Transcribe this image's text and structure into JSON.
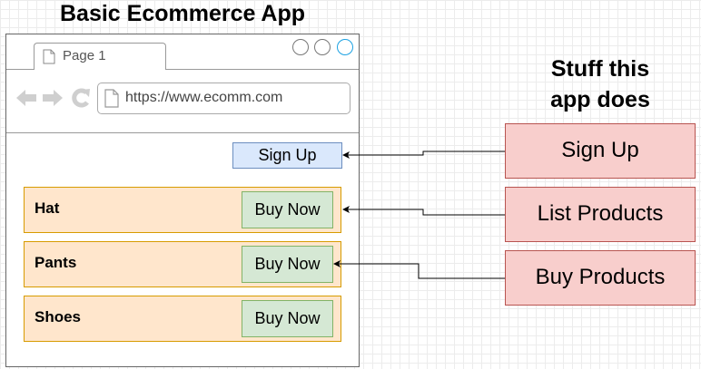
{
  "title": "Basic Ecommerce App",
  "browser": {
    "tab_label": "Page 1",
    "url": "https://www.ecomm.com"
  },
  "signup_button": "Sign Up",
  "products": [
    {
      "name": "Hat",
      "button": "Buy Now"
    },
    {
      "name": "Pants",
      "button": "Buy Now"
    },
    {
      "name": "Shoes",
      "button": "Buy Now"
    }
  ],
  "features_heading": {
    "line1": "Stuff this",
    "line2": "app does"
  },
  "features": [
    {
      "label": "Sign Up"
    },
    {
      "label": "List Products"
    },
    {
      "label": "Buy Products"
    }
  ],
  "colors": {
    "signup_fill": "#dae8fc",
    "product_fill": "#ffe6cc",
    "buy_fill": "#d5e8d4",
    "feature_fill": "#f8cecc"
  },
  "icons": [
    "page-icon",
    "back-arrow-icon",
    "forward-arrow-icon",
    "refresh-icon",
    "document-icon",
    "window-control-icon"
  ]
}
